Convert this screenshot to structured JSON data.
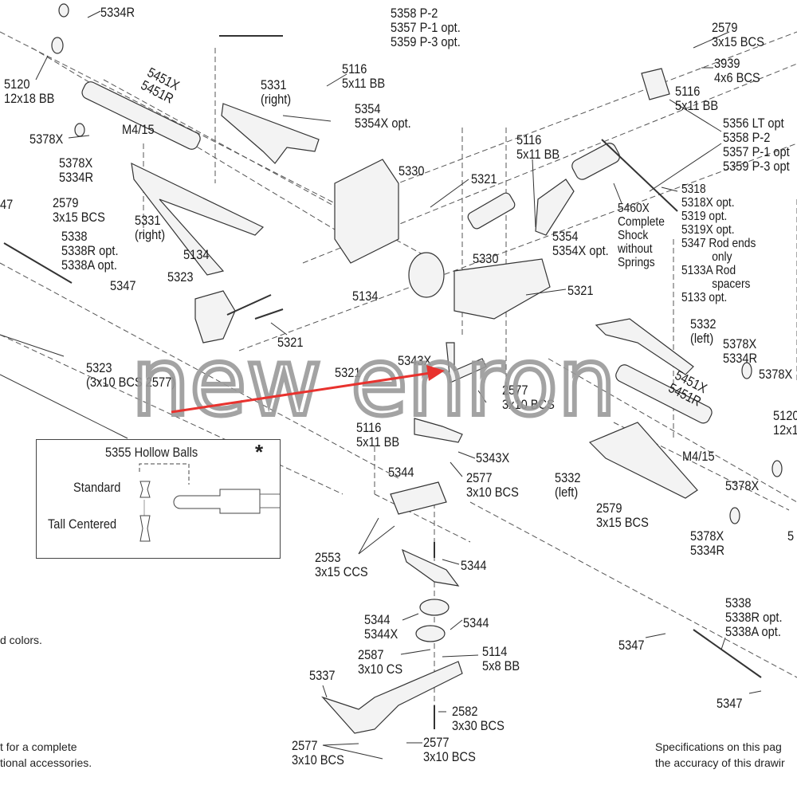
{
  "labels": {
    "l1": "5334R",
    "l2": "5358 P-2\n5357 P-1 opt.\n5359 P-3 opt.",
    "l3": "5120\n12x18 BB",
    "l4": "5451X\n5451R",
    "l5": "5331\n(right)",
    "l6": "5116\n5x11 BB",
    "l7": "5354\n5354X opt.",
    "l8": "M4/15",
    "l9": "5378X",
    "l10": "5378X\n5334R",
    "l11": "2579\n3x15 BCS",
    "l12": "5331\n(right)",
    "l13": "5338\n5338R opt.\n5338A opt.",
    "l14": "47",
    "l15": "5347",
    "l16": "5134",
    "l17": "5323",
    "l18": "5321",
    "l19": "5323\n(3x10 BCS 2577)",
    "l20": "5134",
    "l21": "5321",
    "l22": "5330",
    "l23": "5321",
    "l24": "5116\n5x11 BB",
    "l25": "5354\n5354X opt.",
    "l26": "5330",
    "l27": "5321",
    "l28": "2579\n3x15 BCS",
    "l29": "3939\n4x6 BCS",
    "l30": "5116\n5x11 BB",
    "l31": "5356 LT opt\n5358 P-2\n5357 P-1 opt\n5359 P-3 opt",
    "l32": "5460X\nComplete\nShock\nwithout\nSprings",
    "l33": "5318\n5318X opt.\n5319 opt.\n5319X opt.\n5347 Rod ends\n          only\n5133A Rod\n          spacers\n5133 opt.",
    "l34": "5332\n(left)",
    "l35": "5378X\n5334R",
    "l36": "5378X",
    "l37": "5343X",
    "l38": "2577\n3x10 BCS",
    "l39": "5451X\n5451R",
    "l40": "5120\n12x1",
    "l41": "5116\n5x11 BB",
    "l42": "5343X",
    "l43": "2577\n3x10 BCS",
    "l44": "5344",
    "l45": "5332\n(left)",
    "l46": "M4/15",
    "l47": "5378X",
    "l48": "2579\n3x15 BCS",
    "l49": "5378X\n5334R",
    "l50": "5",
    "l51": "2553\n3x15 CCS",
    "l52": "5344",
    "l53": "5344\n5344X",
    "l54": "5344",
    "l55": "2587\n3x10 CS",
    "l56": "5114\n5x8 BB",
    "l57": "5337",
    "l58": "2582\n3x30 BCS",
    "l59": "2577\n3x10 BCS",
    "l60": "2577\n3x10 BCS",
    "l61": "5338\n5338R opt.\n5338A opt.",
    "l62": "5347",
    "l63": "5347"
  },
  "hollow_balls_box": {
    "title": "5355 Hollow Balls",
    "star": "*",
    "standard": "Standard",
    "tall_centered": "Tall Centered"
  },
  "notes": {
    "colors": "d colors.",
    "complete": "t for a complete\ntional accessories.",
    "specs": "Specifications on this pag\nthe accuracy of this drawir"
  },
  "watermark": "new enron",
  "colors": {
    "arrow": "#e8322e",
    "watermark": "#9a9a9a",
    "line": "#333333"
  }
}
